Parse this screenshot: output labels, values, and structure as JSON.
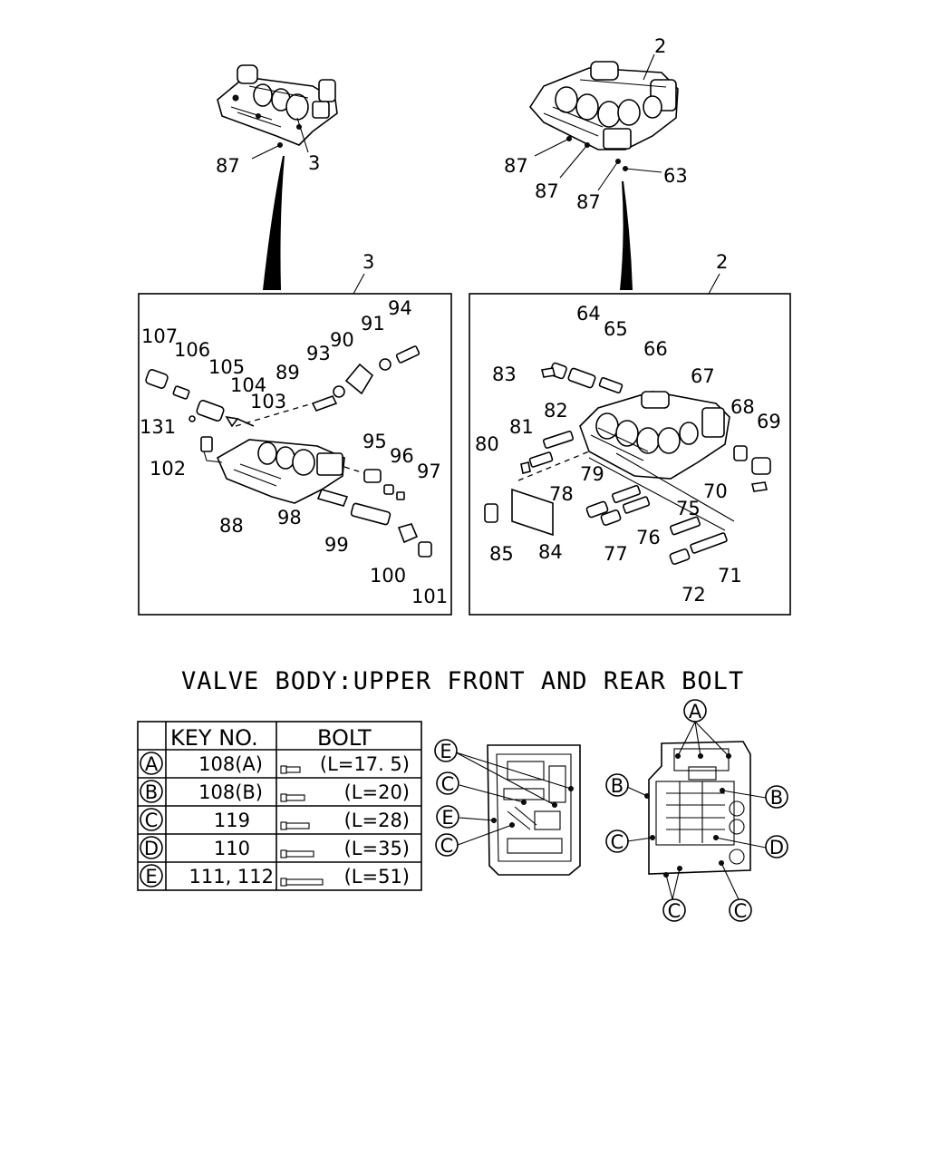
{
  "diagram": {
    "title": "VALVE BODY:UPPER FRONT AND REAR BOLT",
    "top_left_callouts": [
      "87",
      "3"
    ],
    "top_right_callouts": [
      "2",
      "87",
      "87",
      "87",
      "63"
    ],
    "panel_left": {
      "label": "3",
      "callouts": [
        "107",
        "106",
        "105",
        "104",
        "103",
        "131",
        "102",
        "88",
        "89",
        "93",
        "90",
        "91",
        "94",
        "95",
        "96",
        "97",
        "98",
        "99",
        "100",
        "101"
      ]
    },
    "panel_right": {
      "label": "2",
      "callouts": [
        "64",
        "65",
        "66",
        "67",
        "68",
        "69",
        "70",
        "83",
        "82",
        "81",
        "80",
        "79",
        "78",
        "77",
        "76",
        "75",
        "71",
        "72",
        "84",
        "85"
      ]
    }
  },
  "bolt_table": {
    "headers": [
      "KEY NO.",
      "BOLT"
    ],
    "rows": [
      {
        "mark": "A",
        "key": "108(A)",
        "length": "(L=17. 5)"
      },
      {
        "mark": "B",
        "key": "108(B)",
        "length": "(L=20)"
      },
      {
        "mark": "C",
        "key": "119",
        "length": "(L=28)"
      },
      {
        "mark": "D",
        "key": "110",
        "length": "(L=35)"
      },
      {
        "mark": "E",
        "key": "111, 112",
        "length": "(L=51)"
      }
    ]
  },
  "location_callouts": {
    "left_body": [
      "E",
      "C",
      "E",
      "C"
    ],
    "right_body": [
      "A",
      "B",
      "B",
      "C",
      "D",
      "C",
      "C"
    ]
  }
}
